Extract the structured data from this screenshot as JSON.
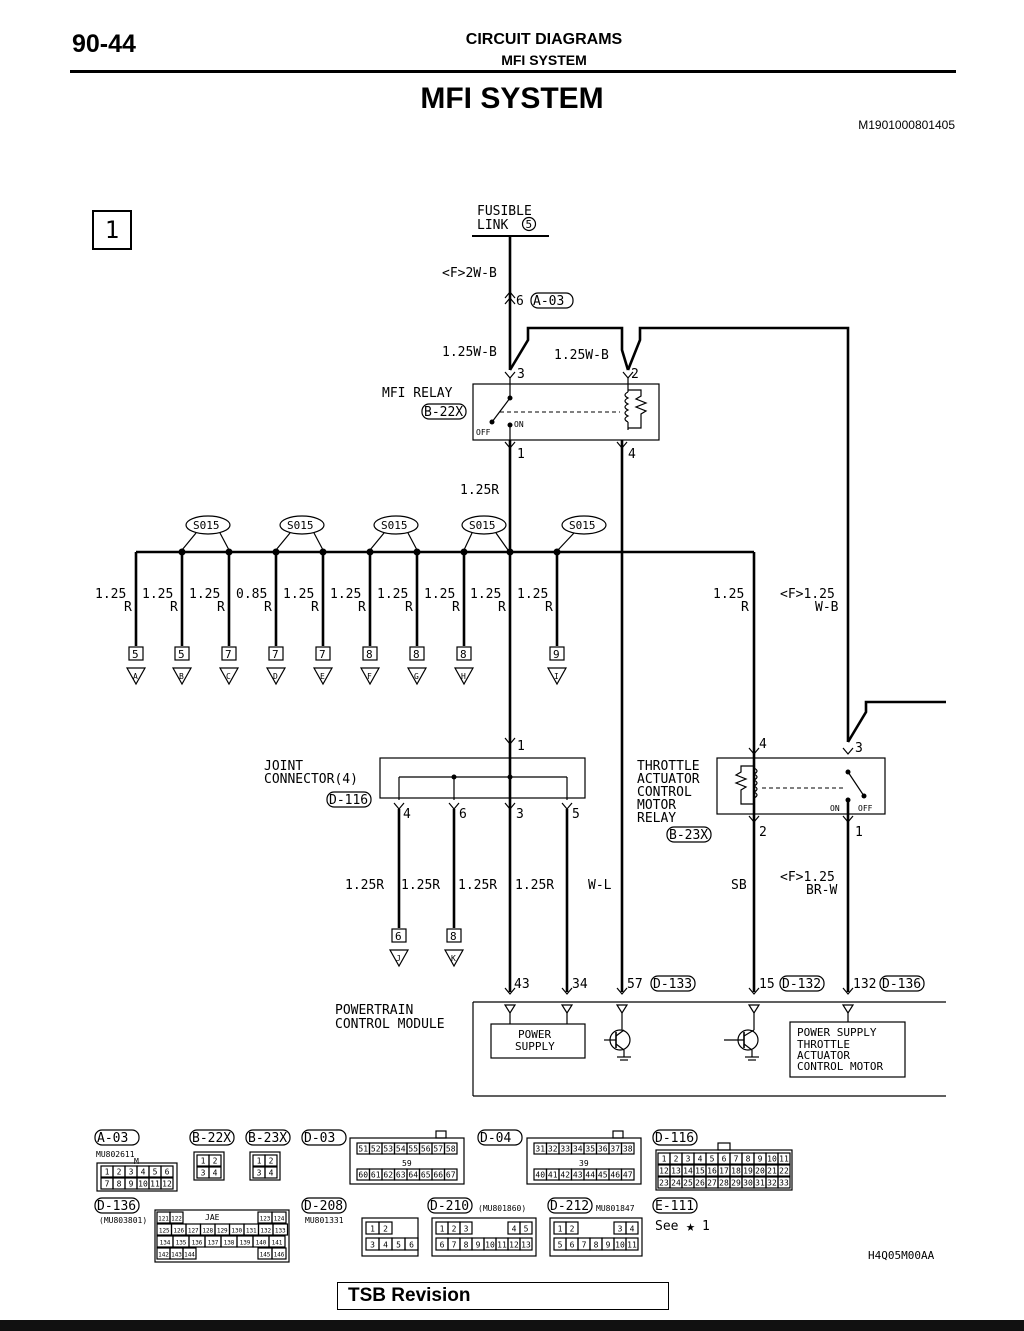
{
  "header": {
    "page_number": "90-44",
    "section": "CIRCUIT DIAGRAMS",
    "subsection": "MFI SYSTEM",
    "title": "MFI SYSTEM",
    "doc_id": "M1901000801405"
  },
  "sheet_number": "1",
  "fusible_link": {
    "line1": "FUSIBLE",
    "line2": "LINK",
    "number": "5",
    "wire": "<F>2W-B",
    "pin": "6",
    "connector": "A-03"
  },
  "mfi_relay": {
    "label": "MFI RELAY",
    "connector": "B-22X",
    "pin_in1": "3",
    "pin_in2": "2",
    "pin_out1": "1",
    "pin_out2": "4",
    "off": "OFF",
    "on": "ON",
    "wire_in1": "1.25W-B",
    "wire_in2": "1.25W-B",
    "wire_out": "1.25R"
  },
  "splice": "S015",
  "branches": [
    {
      "size": "1.25",
      "color": "R",
      "pin": "5",
      "letter": "A"
    },
    {
      "size": "1.25",
      "color": "R",
      "pin": "5",
      "letter": "B"
    },
    {
      "size": "1.25",
      "color": "R",
      "pin": "7",
      "letter": "C"
    },
    {
      "size": "0.85",
      "color": "R",
      "pin": "7",
      "letter": "D"
    },
    {
      "size": "1.25",
      "color": "R",
      "pin": "7",
      "letter": "E"
    },
    {
      "size": "1.25",
      "color": "R",
      "pin": "8",
      "letter": "F"
    },
    {
      "size": "1.25",
      "color": "R",
      "pin": "8",
      "letter": "G"
    },
    {
      "size": "1.25",
      "color": "R",
      "pin": "8",
      "letter": "H"
    },
    {
      "size": "1.25",
      "color": "R",
      "pin": "",
      "letter": ""
    },
    {
      "size": "1.25",
      "color": "R",
      "pin": "9",
      "letter": "I"
    }
  ],
  "tac_feed": {
    "size": "1.25",
    "color": "R"
  },
  "tac_feed2": {
    "size": "<F>1.25",
    "color": "W-B"
  },
  "joint_connector": {
    "line1": "JOINT",
    "line2": "CONNECTOR(4)",
    "connector": "D-116",
    "pin_in": "1",
    "pins": [
      "4",
      "6",
      "3",
      "5"
    ]
  },
  "jc_wires": [
    "1.25R",
    "1.25R",
    "1.25R",
    "1.25R"
  ],
  "jc_terms": [
    {
      "pin": "6",
      "letter": "J"
    },
    {
      "pin": "8",
      "letter": "K"
    }
  ],
  "wl_wire": "W-L",
  "tac_relay": {
    "line1": "THROTTLE",
    "line2": "ACTUATOR",
    "line3": "CONTROL",
    "line4": "MOTOR",
    "line5": "RELAY",
    "connector": "B-23X",
    "pin_in1": "4",
    "pin_in2": "3",
    "pin_out1": "2",
    "pin_out2": "1",
    "on": "ON",
    "off": "OFF",
    "wire_out1": "SB",
    "wire_out2_size": "<F>1.25",
    "wire_out2_color": "BR-W"
  },
  "pcm": {
    "line1": "POWERTRAIN",
    "line2": "CONTROL MODULE",
    "pins": [
      "43",
      "34",
      "57",
      "15",
      "132"
    ],
    "conn1": "D-133",
    "conn2": "D-132",
    "conn3": "D-136",
    "box1_line1": "POWER",
    "box1_line2": "SUPPLY",
    "box2_line1": "POWER SUPPLY",
    "box2_line2": "THROTTLE",
    "box2_line3": "ACTUATOR",
    "box2_line4": "CONTROL MOTOR"
  },
  "connector_views": {
    "a03": {
      "name": "A-03",
      "part": "MU802611",
      "mark": "M",
      "row1": [
        "1",
        "2",
        "3",
        "4",
        "5",
        "6"
      ],
      "row2": [
        "7",
        "8",
        "9",
        "10",
        "11",
        "12"
      ]
    },
    "b22x": {
      "name": "B-22X",
      "row1": [
        "1",
        "2"
      ],
      "row2": [
        "3",
        "4"
      ]
    },
    "b23x": {
      "name": "B-23X",
      "row1": [
        "1",
        "2"
      ],
      "row2": [
        "3",
        "4"
      ]
    },
    "d03": {
      "name": "D-03",
      "row1": [
        "51",
        "52",
        "53",
        "54",
        "55",
        "56",
        "57",
        "58"
      ],
      "mid": "59",
      "row2": [
        "60",
        "61",
        "62",
        "63",
        "64",
        "65",
        "66",
        "67"
      ]
    },
    "d04": {
      "name": "D-04",
      "row1": [
        "31",
        "32",
        "33",
        "34",
        "35",
        "36",
        "37",
        "38"
      ],
      "mid": "39",
      "row2": [
        "40",
        "41",
        "42",
        "43",
        "44",
        "45",
        "46",
        "47"
      ]
    },
    "d116": {
      "name": "D-116",
      "row1": [
        "1",
        "2",
        "3",
        "4",
        "5",
        "6",
        "7",
        "8",
        "9",
        "10",
        "11"
      ],
      "row2": [
        "12",
        "13",
        "14",
        "15",
        "16",
        "17",
        "18",
        "19",
        "20",
        "21",
        "22"
      ],
      "row3": [
        "23",
        "24",
        "25",
        "26",
        "27",
        "28",
        "29",
        "30",
        "31",
        "32",
        "33"
      ]
    },
    "d136": {
      "name": "D-136",
      "part": "(MU803801)",
      "tag": "JAE",
      "r1l": [
        "121",
        "122"
      ],
      "r1r": [
        "123",
        "124"
      ],
      "r2": [
        "125",
        "126",
        "127",
        "128",
        "129",
        "130",
        "131",
        "132",
        "133"
      ],
      "r3": [
        "134",
        "135",
        "136",
        "137",
        "138",
        "139",
        "140",
        "141"
      ],
      "r4l": [
        "142",
        "143",
        "144"
      ],
      "r4r": [
        "145",
        "146"
      ]
    },
    "d208": {
      "name": "D-208",
      "part": "MU801331",
      "row1": [
        "1",
        "2"
      ],
      "row2": [
        "3",
        "4",
        "5",
        "6"
      ]
    },
    "d210": {
      "name": "D-210",
      "part": "(MU801860)",
      "row1l": [
        "1",
        "2",
        "3"
      ],
      "row1r": [
        "4",
        "5"
      ],
      "row2": [
        "6",
        "7",
        "8",
        "9",
        "10",
        "11",
        "12",
        "13"
      ]
    },
    "d212": {
      "name": "D-212",
      "part": "MU801847",
      "row1l": [
        "1",
        "2"
      ],
      "row1r": [
        "3",
        "4"
      ],
      "row2": [
        "5",
        "6",
        "7",
        "8",
        "9",
        "10",
        "11"
      ]
    },
    "e111": {
      "name": "E-111",
      "see": "See",
      "ref": "1"
    }
  },
  "figure_code": "H4Q05M00AA",
  "tsb_revision": "TSB Revision"
}
